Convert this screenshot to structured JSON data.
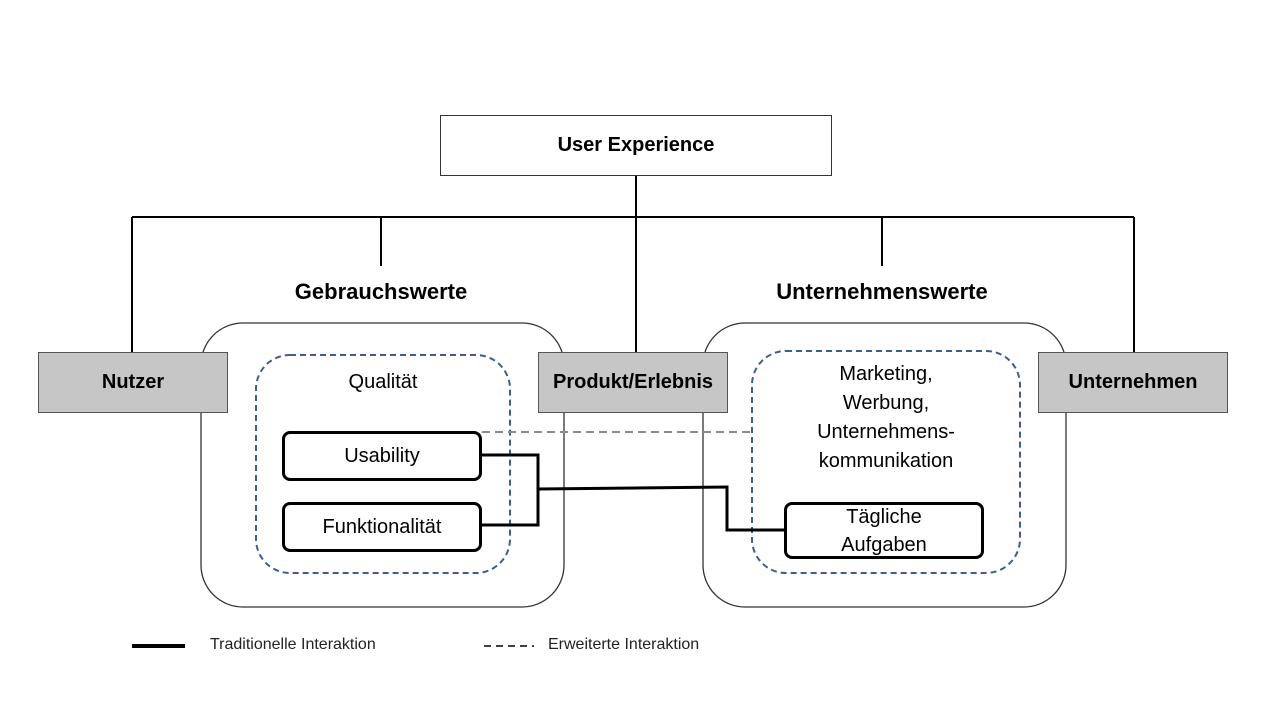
{
  "diagram": {
    "root": "User Experience",
    "left_heading": "Gebrauchswerte",
    "right_heading": "Unternehmenswerte",
    "nodes": {
      "nutzer": "Nutzer",
      "produkt": "Produkt/Erlebnis",
      "unternehmen": "Unternehmen"
    },
    "left_group": {
      "title": "Qualität",
      "items": [
        "Usability",
        "Funktionalität"
      ]
    },
    "right_group": {
      "lines": [
        "Marketing,",
        "Werbung,",
        "Unternehmens-",
        "kommunikation"
      ],
      "task_lines": [
        "Tägliche",
        "Aufgaben"
      ]
    }
  },
  "legend": {
    "solid": "Traditionelle Interaktion",
    "dashed": "Erweiterte Interaktion"
  },
  "colors": {
    "gray_fill": "#c6c6c6",
    "dashed_blue": "#3d5f8f",
    "dashed_gray": "#8a8a8a"
  }
}
